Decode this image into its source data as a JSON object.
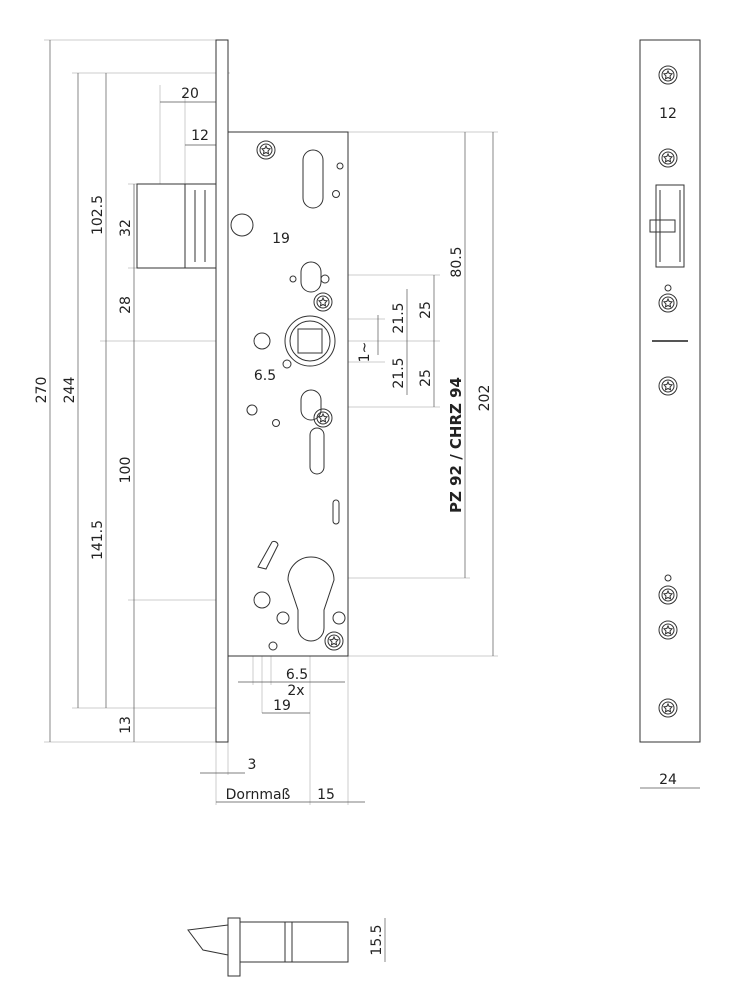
{
  "drawing": {
    "dimensions_left": {
      "overall_270": "270",
      "overall_244": "244",
      "upper_102_5": "102.5",
      "lower_141_5": "141.5",
      "latch_32": "32",
      "latch_28": "28",
      "spacing_100": "100",
      "bottom_13": "13"
    },
    "dimensions_top": {
      "latch_20": "20",
      "latch_12": "12"
    },
    "dimensions_body": {
      "spindle_19": "19",
      "spindle_6_5": "6.5",
      "tolerance_1": "1~",
      "upper_21_5": "21.5",
      "lower_21_5": "21.5",
      "upper_25": "25",
      "lower_25": "25",
      "height_80_5": "80.5",
      "height_202": "202"
    },
    "cylinder_label": "PZ 92 / CHRZ 94",
    "dimensions_bottom": {
      "hole_6_5": "6.5",
      "count_2x": "2x",
      "hole_19": "19",
      "offset_3": "3",
      "backset": "Dornmaß",
      "offset_15": "15"
    },
    "side_view": {
      "width_12": "12",
      "width_24": "24"
    },
    "bottom_view": {
      "height_15_5": "15.5"
    }
  }
}
